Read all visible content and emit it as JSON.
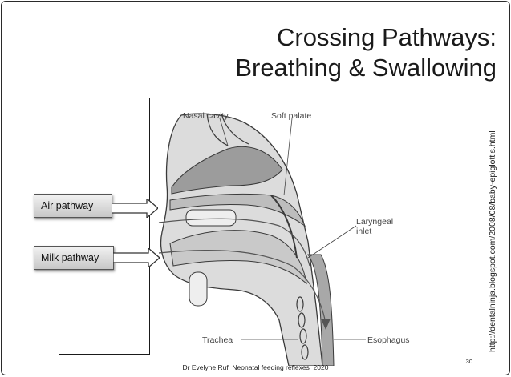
{
  "title": {
    "line1": "Crossing Pathways:",
    "line2": "Breathing & Swallowing"
  },
  "diagram": {
    "labels": {
      "nasal_cavity": "Nasal cavity",
      "soft_palate": "Soft palate",
      "laryngeal_inlet_1": "Laryngeal",
      "laryngeal_inlet_2": "inlet",
      "trachea": "Trachea",
      "esophagus": "Esophagus"
    }
  },
  "pathways": {
    "air": "Air pathway",
    "milk": "Milk pathway"
  },
  "source_url": "http://dentalninja.blogspot.com/2008/08/baby-epiglottis.html",
  "footer": "Dr Evelyne Ruf_Neonatal feeding reflexes_2020",
  "page_number": "30",
  "colors": {
    "tissue": "#d9d9d9",
    "cavity": "#9e9e9e",
    "line": "#3a3a3a",
    "box_top": "#f2f2f2",
    "box_bottom": "#c7c7c7"
  }
}
